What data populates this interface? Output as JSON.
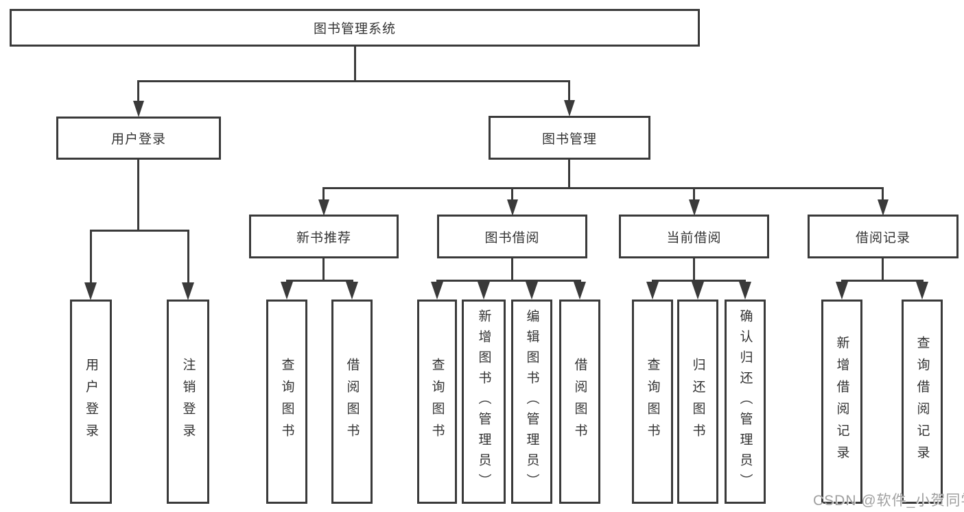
{
  "title": "图书管理系统",
  "nodes": {
    "root": {
      "label": "图书管理系统"
    },
    "level2": [
      {
        "label": "用户登录"
      },
      {
        "label": "图书管理"
      }
    ],
    "level3": [
      {
        "label": "新书推荐",
        "parent": "图书管理"
      },
      {
        "label": "图书借阅",
        "parent": "图书管理"
      },
      {
        "label": "当前借阅",
        "parent": "图书管理"
      },
      {
        "label": "借阅记录",
        "parent": "图书管理"
      }
    ],
    "leaves": [
      {
        "label": "用户登录",
        "parent": "用户登录"
      },
      {
        "label": "注销登录",
        "parent": "用户登录"
      },
      {
        "label": "查询图书",
        "parent": "新书推荐"
      },
      {
        "label": "借阅图书",
        "parent": "新书推荐"
      },
      {
        "label": "查询图书",
        "parent": "图书借阅"
      },
      {
        "label": "新增图书（管理员）",
        "parent": "图书借阅"
      },
      {
        "label": "编辑图书（管理员）",
        "parent": "图书借阅"
      },
      {
        "label": "借阅图书",
        "parent": "图书借阅"
      },
      {
        "label": "查询图书",
        "parent": "当前借阅"
      },
      {
        "label": "归还图书",
        "parent": "当前借阅"
      },
      {
        "label": "确认归还（管理员）",
        "parent": "当前借阅"
      },
      {
        "label": "新增借阅记录",
        "parent": "借阅记录"
      },
      {
        "label": "查询借阅记录",
        "parent": "借阅记录"
      }
    ]
  },
  "watermark": {
    "text": "CSDN @软件_小贺同学"
  },
  "colors": {
    "line": "#3a3a3a",
    "text": "#333333",
    "box_fill": "#ffffff",
    "background": "#ffffff",
    "watermark": "#a0a0a0"
  }
}
